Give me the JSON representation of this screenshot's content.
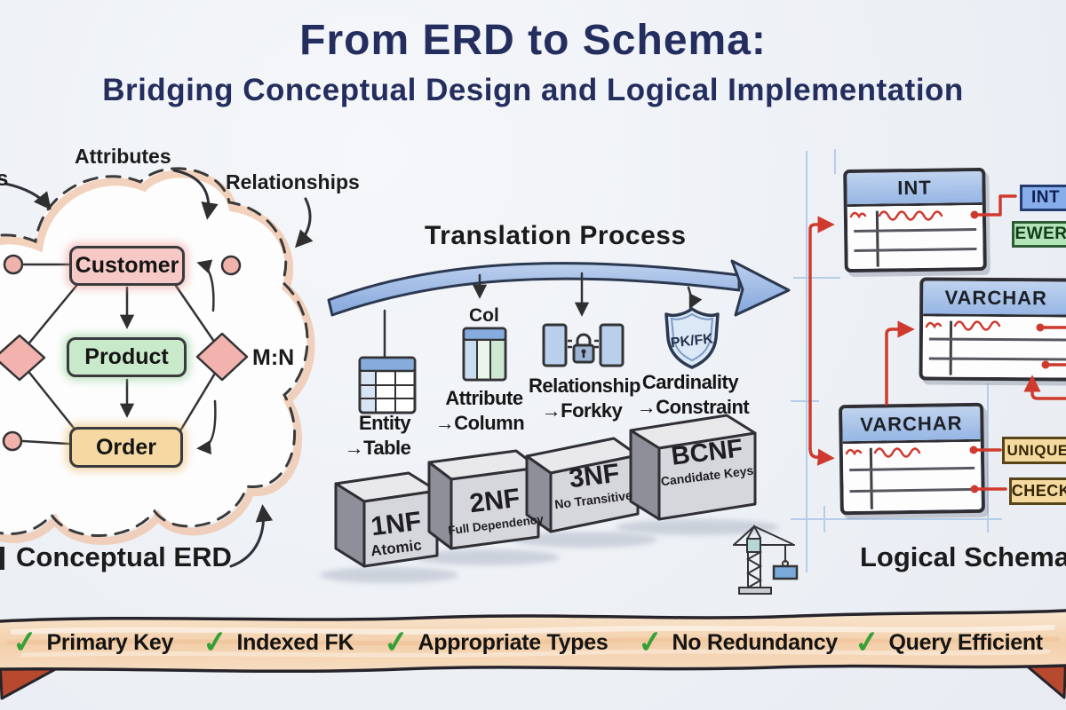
{
  "title": {
    "line1": "From ERD to Schema:",
    "line2": "Bridging Conceptual Design and Logical Implementation"
  },
  "erd": {
    "section_label": "Conceptual ERD",
    "attributes_label": "Attributes",
    "relationships_label": "Relationships",
    "edge_fragment": "s",
    "cardinality_label": "M:N",
    "entities": [
      {
        "name": "Customer",
        "color": "#f6c9c6"
      },
      {
        "name": "Product",
        "color": "#c9e9cb"
      },
      {
        "name": "Order",
        "color": "#f6d9a2"
      }
    ]
  },
  "translation": {
    "heading": "Translation Process",
    "mappings": [
      {
        "icon": "table-icon",
        "line1": "Entity",
        "line2": "→Table"
      },
      {
        "icon": "column-icon",
        "note": "Col",
        "line1": "Attribute",
        "line2": "→Column"
      },
      {
        "icon": "foreign-key-icon",
        "line1": "Relationship",
        "line2": "→Forkky"
      },
      {
        "icon": "shield-icon",
        "badge": "PK/FK",
        "line1": "Cardinality",
        "line2": "→Constraint"
      }
    ]
  },
  "normalization": [
    {
      "name": "1NF",
      "subtitle": "Atomic"
    },
    {
      "name": "2NF",
      "subtitle": "Full Dependency"
    },
    {
      "name": "3NF",
      "subtitle": "No Transitive"
    },
    {
      "name": "BCNF",
      "subtitle": "Candidate Keys"
    }
  ],
  "schema": {
    "section_label": "Logical Schema",
    "tables": [
      {
        "header": "INT"
      },
      {
        "header": "VARCHAR"
      },
      {
        "header": "VARCHAR"
      }
    ],
    "badges": [
      {
        "label": "INT",
        "fill": "#87aeea"
      },
      {
        "label": "EWER",
        "fill": "#b2e4b8"
      },
      {
        "label": "UNIQUE",
        "fill": "#f4da9f"
      },
      {
        "label": "CHECK",
        "fill": "#f4da9f"
      }
    ]
  },
  "checklist": {
    "check_color": "#35a035",
    "items": [
      "Primary Key",
      "Indexed FK",
      "Appropriate Types",
      "No Redundancy",
      "Query Efficient"
    ]
  }
}
